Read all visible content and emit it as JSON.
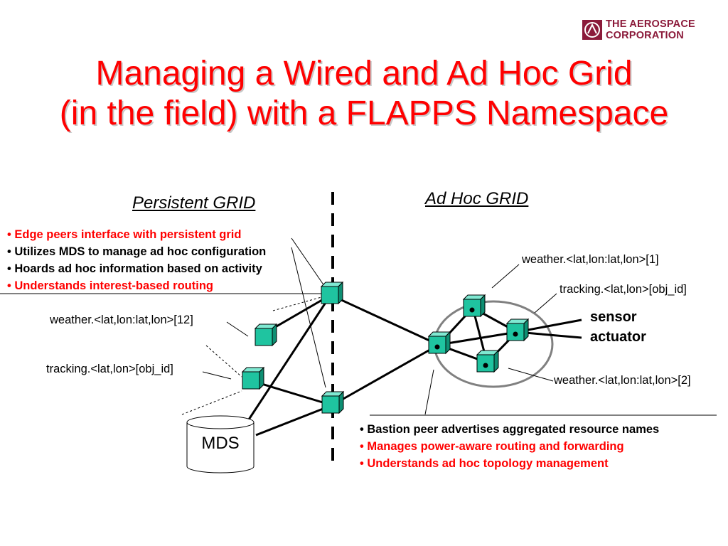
{
  "logo": {
    "line1": "THE AEROSPACE",
    "line2": "CORPORATION",
    "icon": "aerospace-logo-icon",
    "color": "#8b1a3a"
  },
  "title": {
    "line1": "Managing a Wired and Ad Hoc Grid",
    "line2": "(in the field) with a FLAPPS Namespace"
  },
  "persistent": {
    "heading": "Persistent GRID",
    "bullets": [
      {
        "text": "Edge peers interface with persistent grid",
        "color": "red"
      },
      {
        "text": "Utilizes MDS to manage ad hoc configuration",
        "color": "black"
      },
      {
        "text": "Hoards ad hoc information based on activity",
        "color": "black"
      },
      {
        "text": "Understands interest-based routing",
        "color": "red"
      }
    ],
    "labels": {
      "weather": "weather.<lat,lon:lat,lon>[12]",
      "tracking": "tracking.<lat,lon>[obj_id]"
    },
    "mds": "MDS"
  },
  "adhoc": {
    "heading": "Ad Hoc GRID",
    "labels": {
      "weather1": "weather.<lat,lon:lat,lon>[1]",
      "tracking": "tracking.<lat,lon>[obj_id]",
      "weather2": "weather.<lat,lon:lat,lon>[2]"
    },
    "sensor": "sensor",
    "actuator": "actuator",
    "bullets": [
      {
        "text": "Bastion peer advertises aggregated resource names",
        "color": "black"
      },
      {
        "text": "Manages power-aware routing and forwarding",
        "color": "red"
      },
      {
        "text": "Understands ad hoc topology management",
        "color": "red"
      }
    ]
  },
  "colors": {
    "title": "#ff0000",
    "node": "#1fc4a0",
    "node_top": "#7fe9d2",
    "node_side": "#0e8f73"
  }
}
